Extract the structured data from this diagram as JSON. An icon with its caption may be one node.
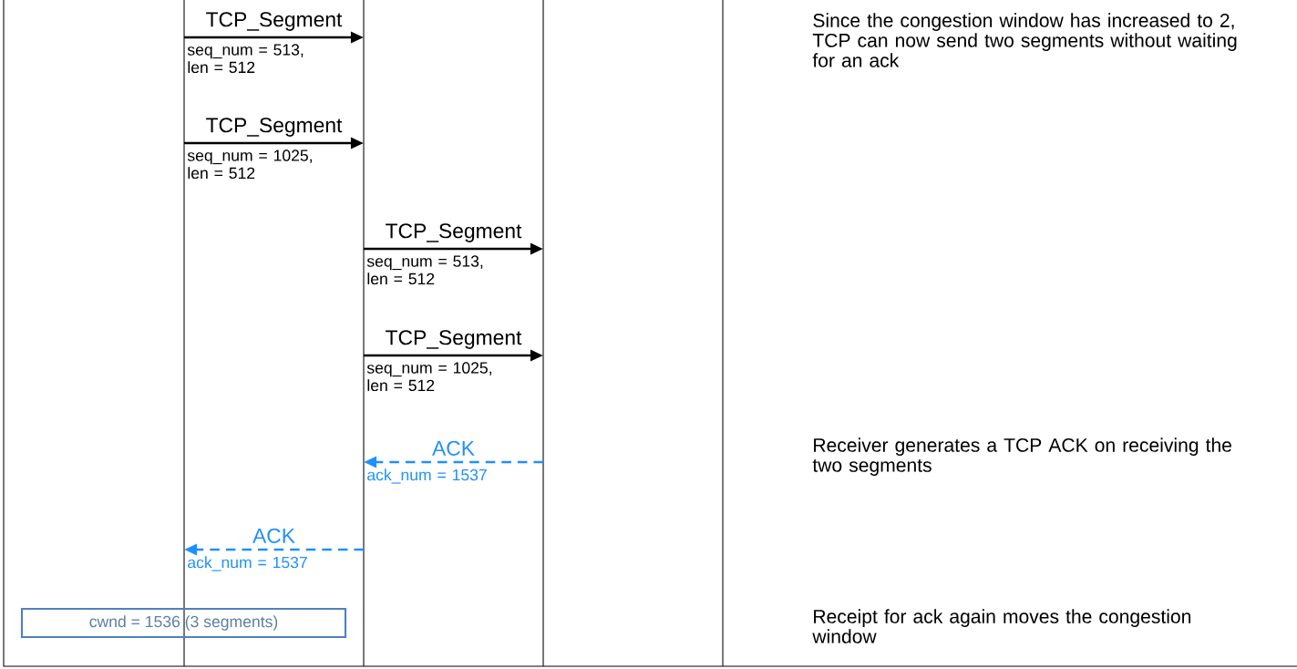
{
  "diagram": {
    "nodes": [
      {
        "text": [],
        "shape": "bar"
      },
      {
        "text": [],
        "shape": "bar"
      },
      {
        "text": [],
        "shape": "bar"
      },
      {
        "text": [
          "cwnd = 1536 (3 segments)"
        ]
      }
    ],
    "edges": [
      {
        "from": 0,
        "to": 1,
        "arrow": "to",
        "label": "TCP_Segment"
      },
      {
        "from": 0,
        "to": 1,
        "arrow": "to",
        "label": "TCP_Segment"
      },
      {
        "from": 1,
        "to": 2,
        "arrow": "to",
        "label": "TCP_Segment"
      },
      {
        "from": 1,
        "to": 2,
        "arrow": "to",
        "label": "TCP_Segment"
      },
      {
        "from": 2,
        "to": 1,
        "arrow": "to",
        "label": "ACK",
        "style": "dashed",
        "color": "#1e90ff"
      },
      {
        "from": 1,
        "to": 0,
        "arrow": "to",
        "label": "ACK",
        "style": "dashed",
        "color": "#1e90ff"
      }
    ],
    "labels": [
      "Since the congestion window has increased to 2, TCP can now send two segments without waiting for an ack",
      "seq_num = 513, len = 512",
      "seq_num = 1025, len = 512",
      "seq_num = 513, len = 512",
      "seq_num = 1025, len = 512",
      "Receiver generates a TCP ACK on receiving the two segments",
      "ack_num = 1537",
      "ack_num = 1537",
      "Receipt for ack again moves the congestion window"
    ]
  }
}
